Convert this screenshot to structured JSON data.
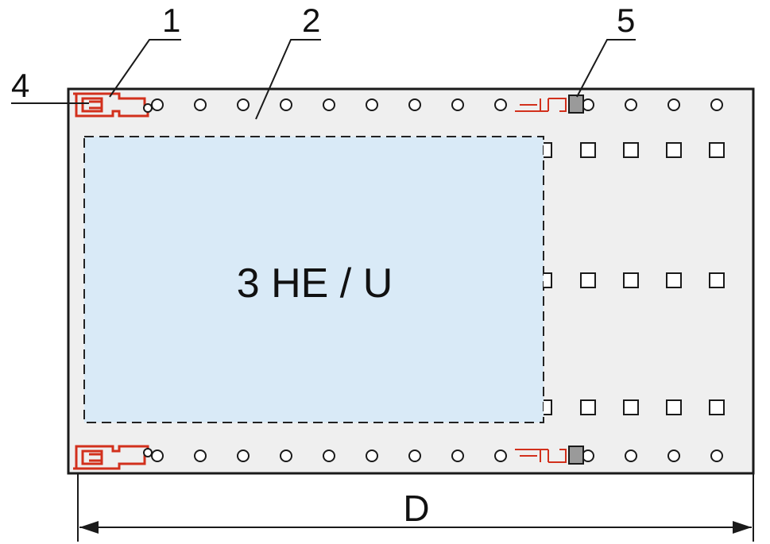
{
  "diagram": {
    "center_label": "3 HE / U",
    "callouts": [
      {
        "id": "1",
        "label": "1"
      },
      {
        "id": "2",
        "label": "2"
      },
      {
        "id": "4",
        "label": "4"
      },
      {
        "id": "5",
        "label": "5"
      }
    ],
    "dimension_label": "D",
    "colors": {
      "panel": "#efefef",
      "outline": "#1a1a1a",
      "module": "#d9eaf7",
      "profile": "#d2301c",
      "guide_grey": "#9a9a9a"
    }
  }
}
